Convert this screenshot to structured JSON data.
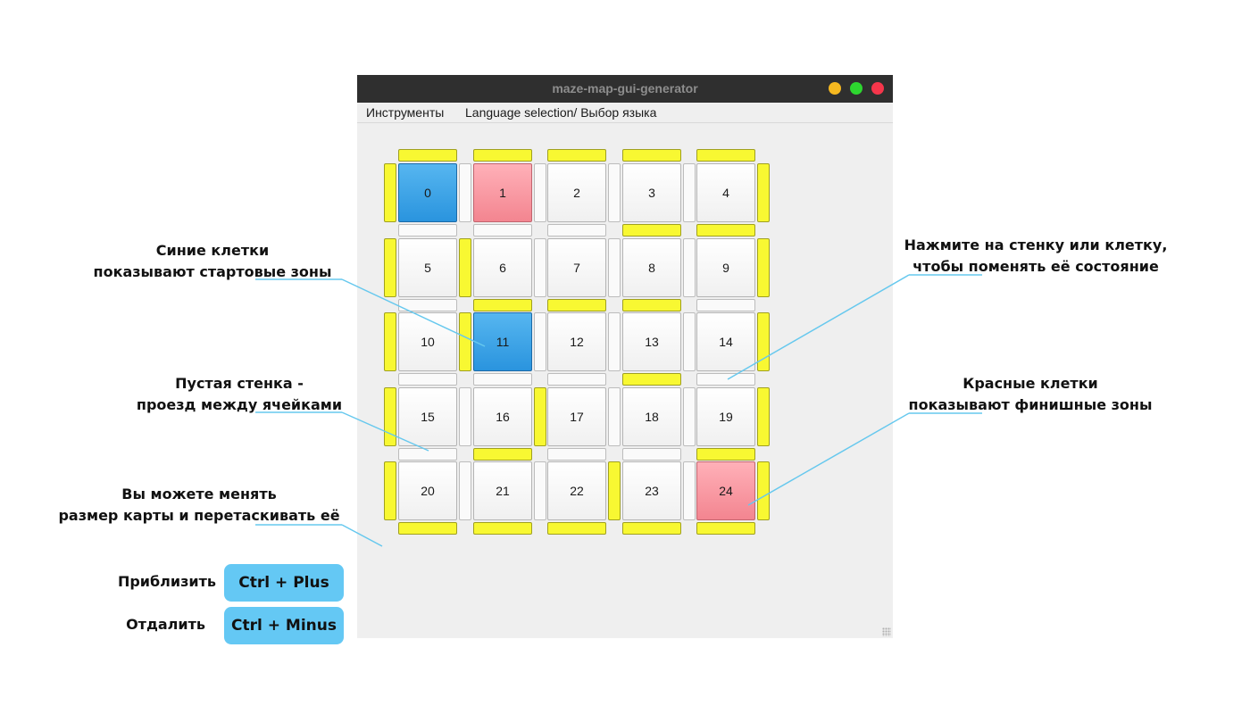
{
  "window": {
    "title": "maze-map-gui-generator",
    "controls": [
      {
        "name": "minimize",
        "color": "#f5b820"
      },
      {
        "name": "maximize",
        "color": "#2dd62f"
      },
      {
        "name": "close",
        "color": "#f5364b"
      }
    ]
  },
  "menu": {
    "tools": "Инструменты",
    "language": "Language selection/ Выбор языка"
  },
  "maze": {
    "rows": 5,
    "cols": 5,
    "start_cells": [
      0,
      11
    ],
    "finish_cells": [
      1,
      24
    ],
    "walls_on": {
      "h": [
        [
          1,
          1,
          1,
          1,
          1
        ],
        [
          0,
          0,
          0,
          1,
          1
        ],
        [
          0,
          1,
          1,
          1,
          0
        ],
        [
          0,
          0,
          0,
          1,
          0
        ],
        [
          0,
          1,
          0,
          0,
          1
        ],
        [
          1,
          1,
          1,
          1,
          1
        ]
      ],
      "v": [
        [
          1,
          0,
          0,
          0,
          0,
          1
        ],
        [
          1,
          1,
          0,
          0,
          0,
          1
        ],
        [
          1,
          1,
          0,
          0,
          0,
          1
        ],
        [
          1,
          0,
          1,
          0,
          0,
          1
        ],
        [
          1,
          0,
          0,
          1,
          0,
          1
        ]
      ]
    },
    "colors": {
      "wall_on": "#f8f832",
      "start": "#2a94de",
      "finish": "#f38590"
    }
  },
  "annotations": {
    "blue": [
      "Синие клетки",
      "показывают стартовые зоны"
    ],
    "empty_wall": [
      "Пустая стенка -",
      "проезд между ячейками"
    ],
    "resize": [
      "Вы можете менять",
      "размер карты и перетаскивать её"
    ],
    "click": [
      "Нажмите на стенку или клетку,",
      "чтобы поменять её состояние"
    ],
    "red": [
      "Красные клетки",
      "показывают финишные зоны"
    ]
  },
  "shortcuts": [
    {
      "label": "Приблизить",
      "keys": "Ctrl + Plus"
    },
    {
      "label": "Отдалить",
      "keys": "Ctrl + Minus"
    }
  ]
}
